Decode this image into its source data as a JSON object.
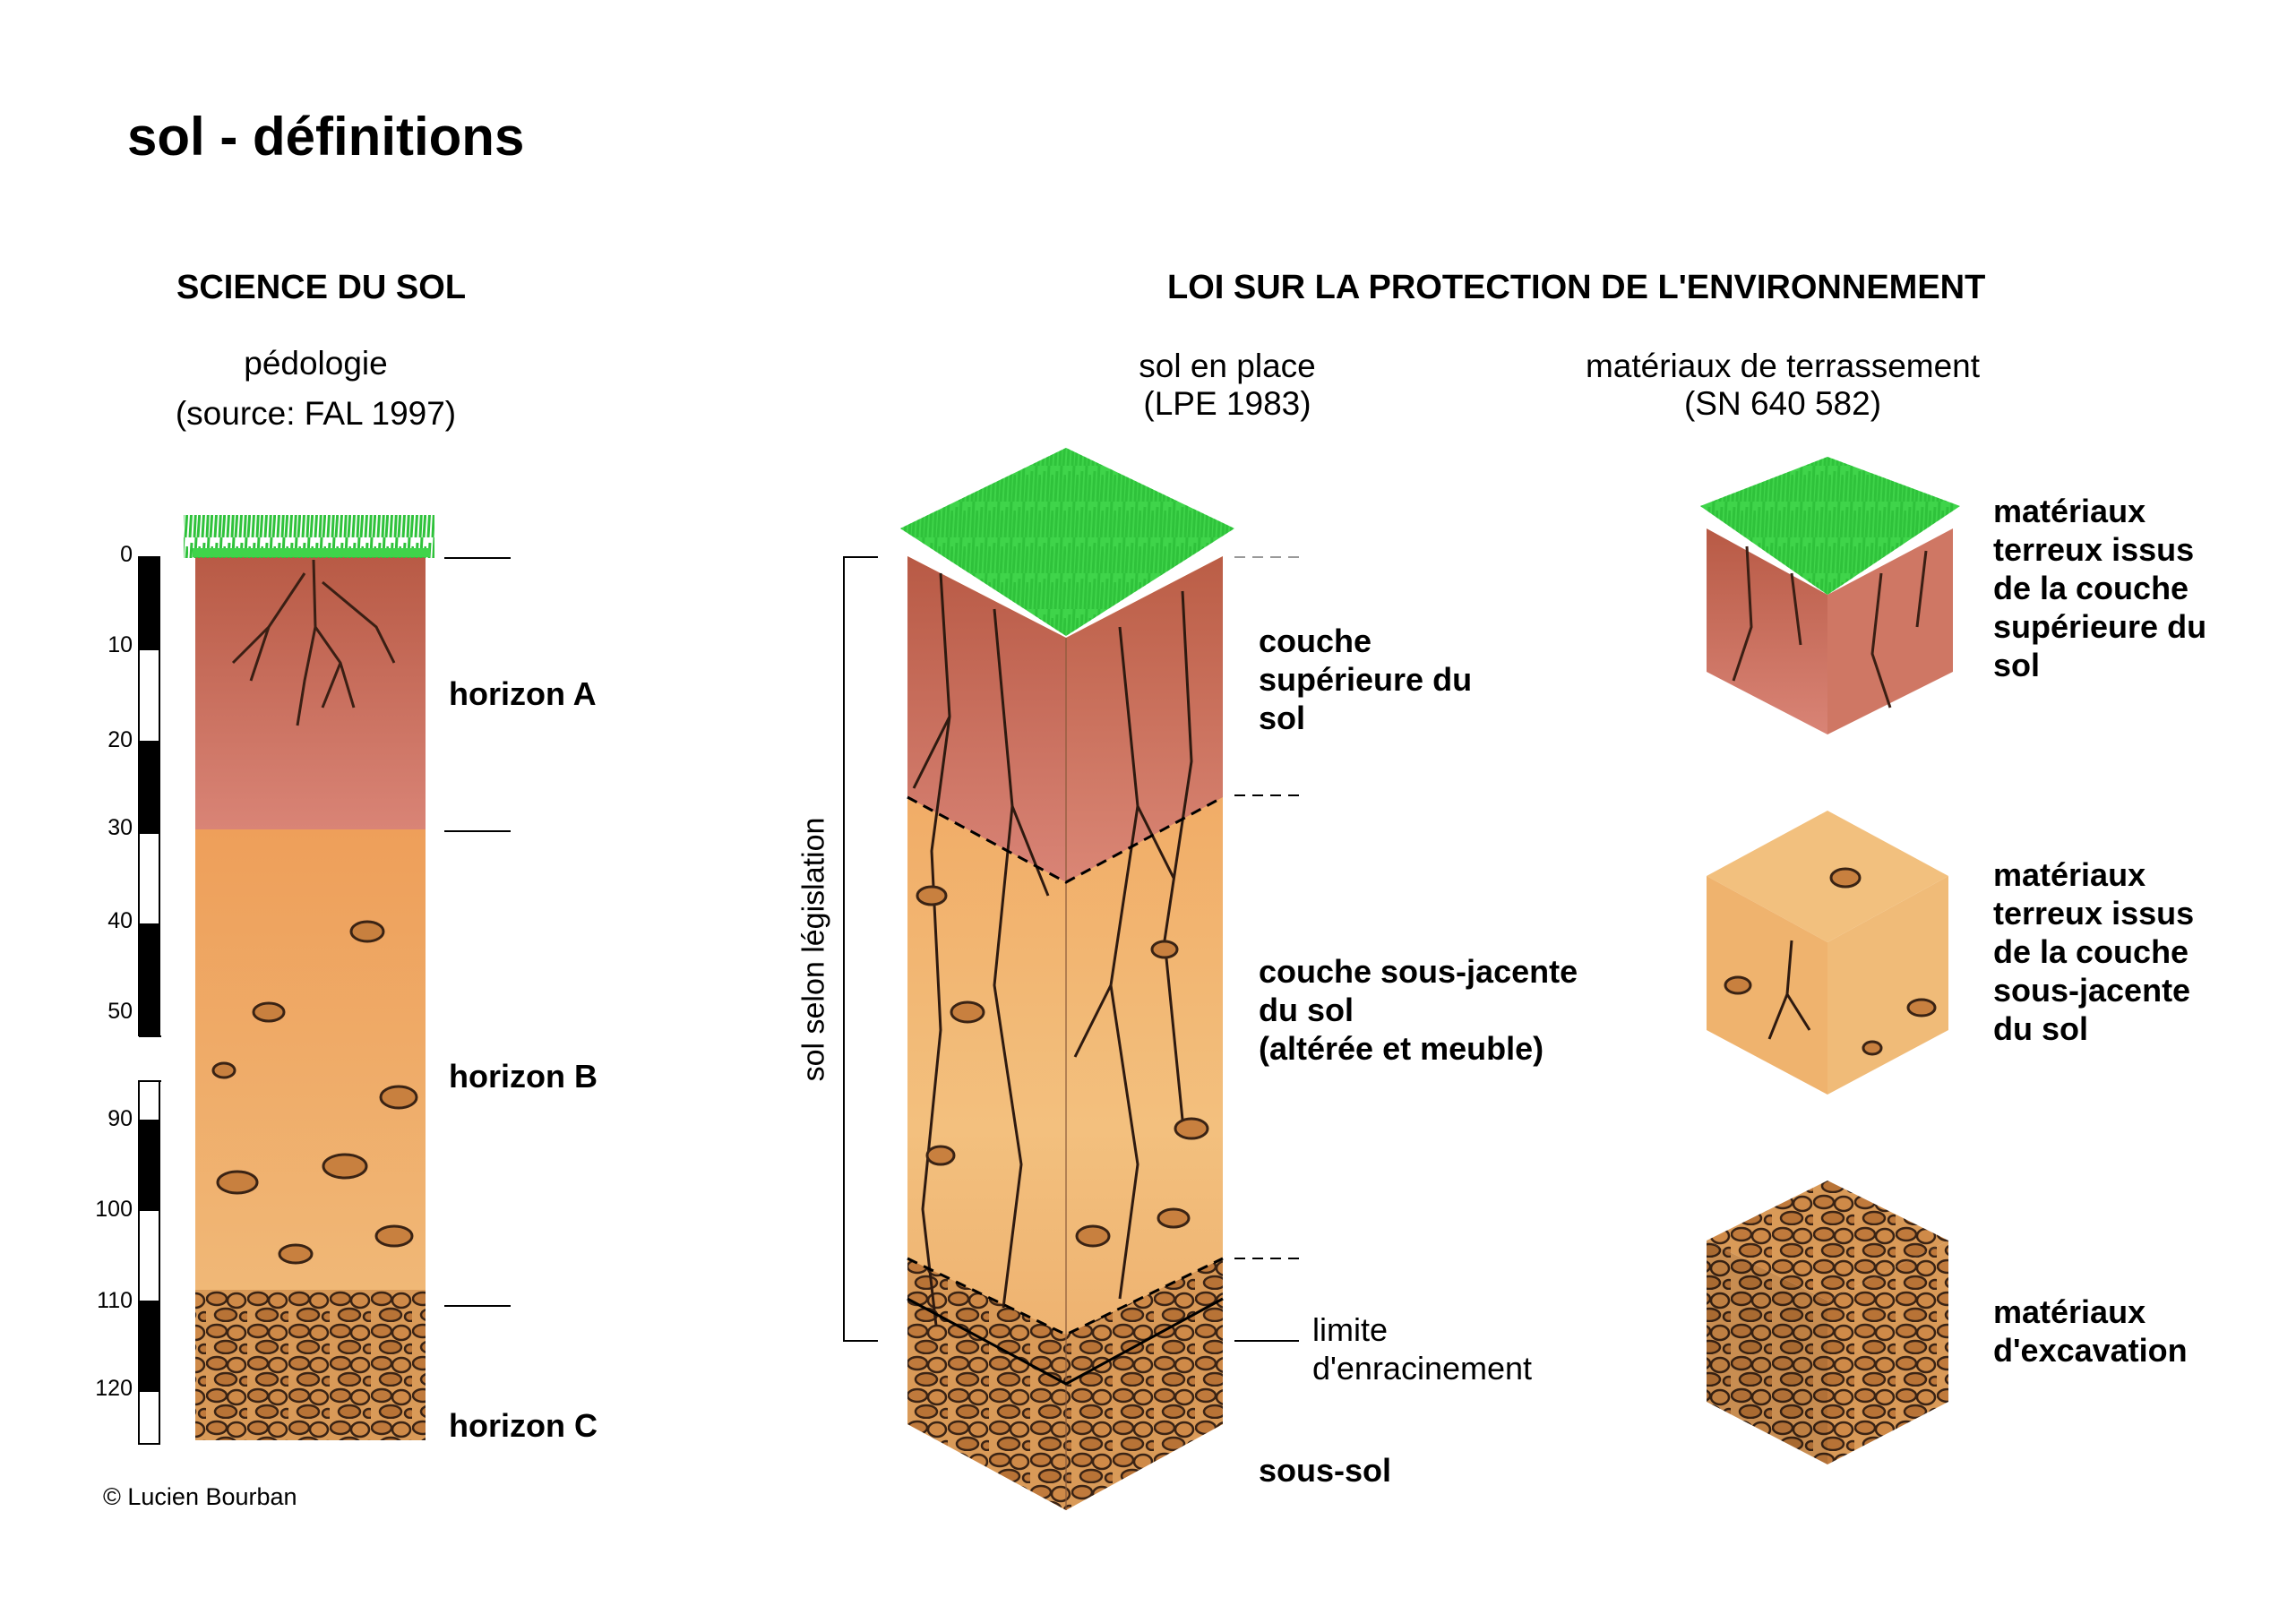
{
  "title": "sol - définitions",
  "copyright": "© Lucien Bourban",
  "left": {
    "heading": "SCIENCE DU SOL",
    "sub1": "pédologie",
    "sub2": "(source: FAL 1997)",
    "horizons": [
      "horizon A",
      "horizon B",
      "horizon C"
    ],
    "scale_upper": [
      "0",
      "10",
      "20",
      "30",
      "40",
      "50"
    ],
    "scale_lower": [
      "90",
      "100",
      "110",
      "120"
    ]
  },
  "right": {
    "heading": "LOI SUR LA PROTECTION DE L'ENVIRONNEMENT",
    "col1": {
      "sub1": "sol en place",
      "sub2": "(LPE 1983)",
      "vertical_label": "sol selon législation",
      "layers": {
        "top": [
          "couche",
          "supérieure du",
          "sol"
        ],
        "mid": [
          "couche sous-jacente",
          "du sol",
          "(altérée et meuble)"
        ],
        "root": [
          "limite",
          "d'enracinement"
        ],
        "bottom": "sous-sol"
      }
    },
    "col2": {
      "sub1": "matériaux de terrassement",
      "sub2": "(SN 640 582)",
      "items": [
        [
          "matériaux",
          "terreux issus",
          "de la couche",
          "supérieure du",
          "sol"
        ],
        [
          "matériaux",
          "terreux issus",
          "de la couche",
          "sous-jacente",
          "du sol"
        ],
        [
          "matériaux",
          "d'excavation"
        ]
      ]
    }
  },
  "colors": {
    "grass": "#3fd44a",
    "topsoil": "#c9705a",
    "subsoil": "#e9a466",
    "rock": "#c98a4c"
  }
}
